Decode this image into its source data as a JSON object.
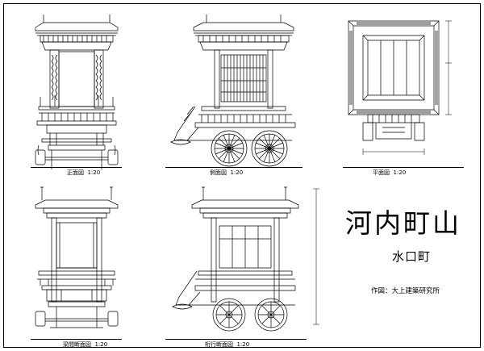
{
  "title": {
    "name": "河内町山",
    "sub": "水口町"
  },
  "author": {
    "label": "作図：",
    "name": "大上建築研究所"
  },
  "views": {
    "front": {
      "label": "正面図",
      "scale": "1:20"
    },
    "side": {
      "label": "側面図",
      "scale": "1:20"
    },
    "plan": {
      "label": "平面図",
      "scale": "1:20"
    },
    "beam_section": {
      "label": "梁間断面図",
      "scale": "1:20"
    },
    "girder_section": {
      "label": "桁行断面図",
      "scale": "1:20"
    }
  },
  "colors": {
    "line": "#000000",
    "background": "#ffffff"
  }
}
